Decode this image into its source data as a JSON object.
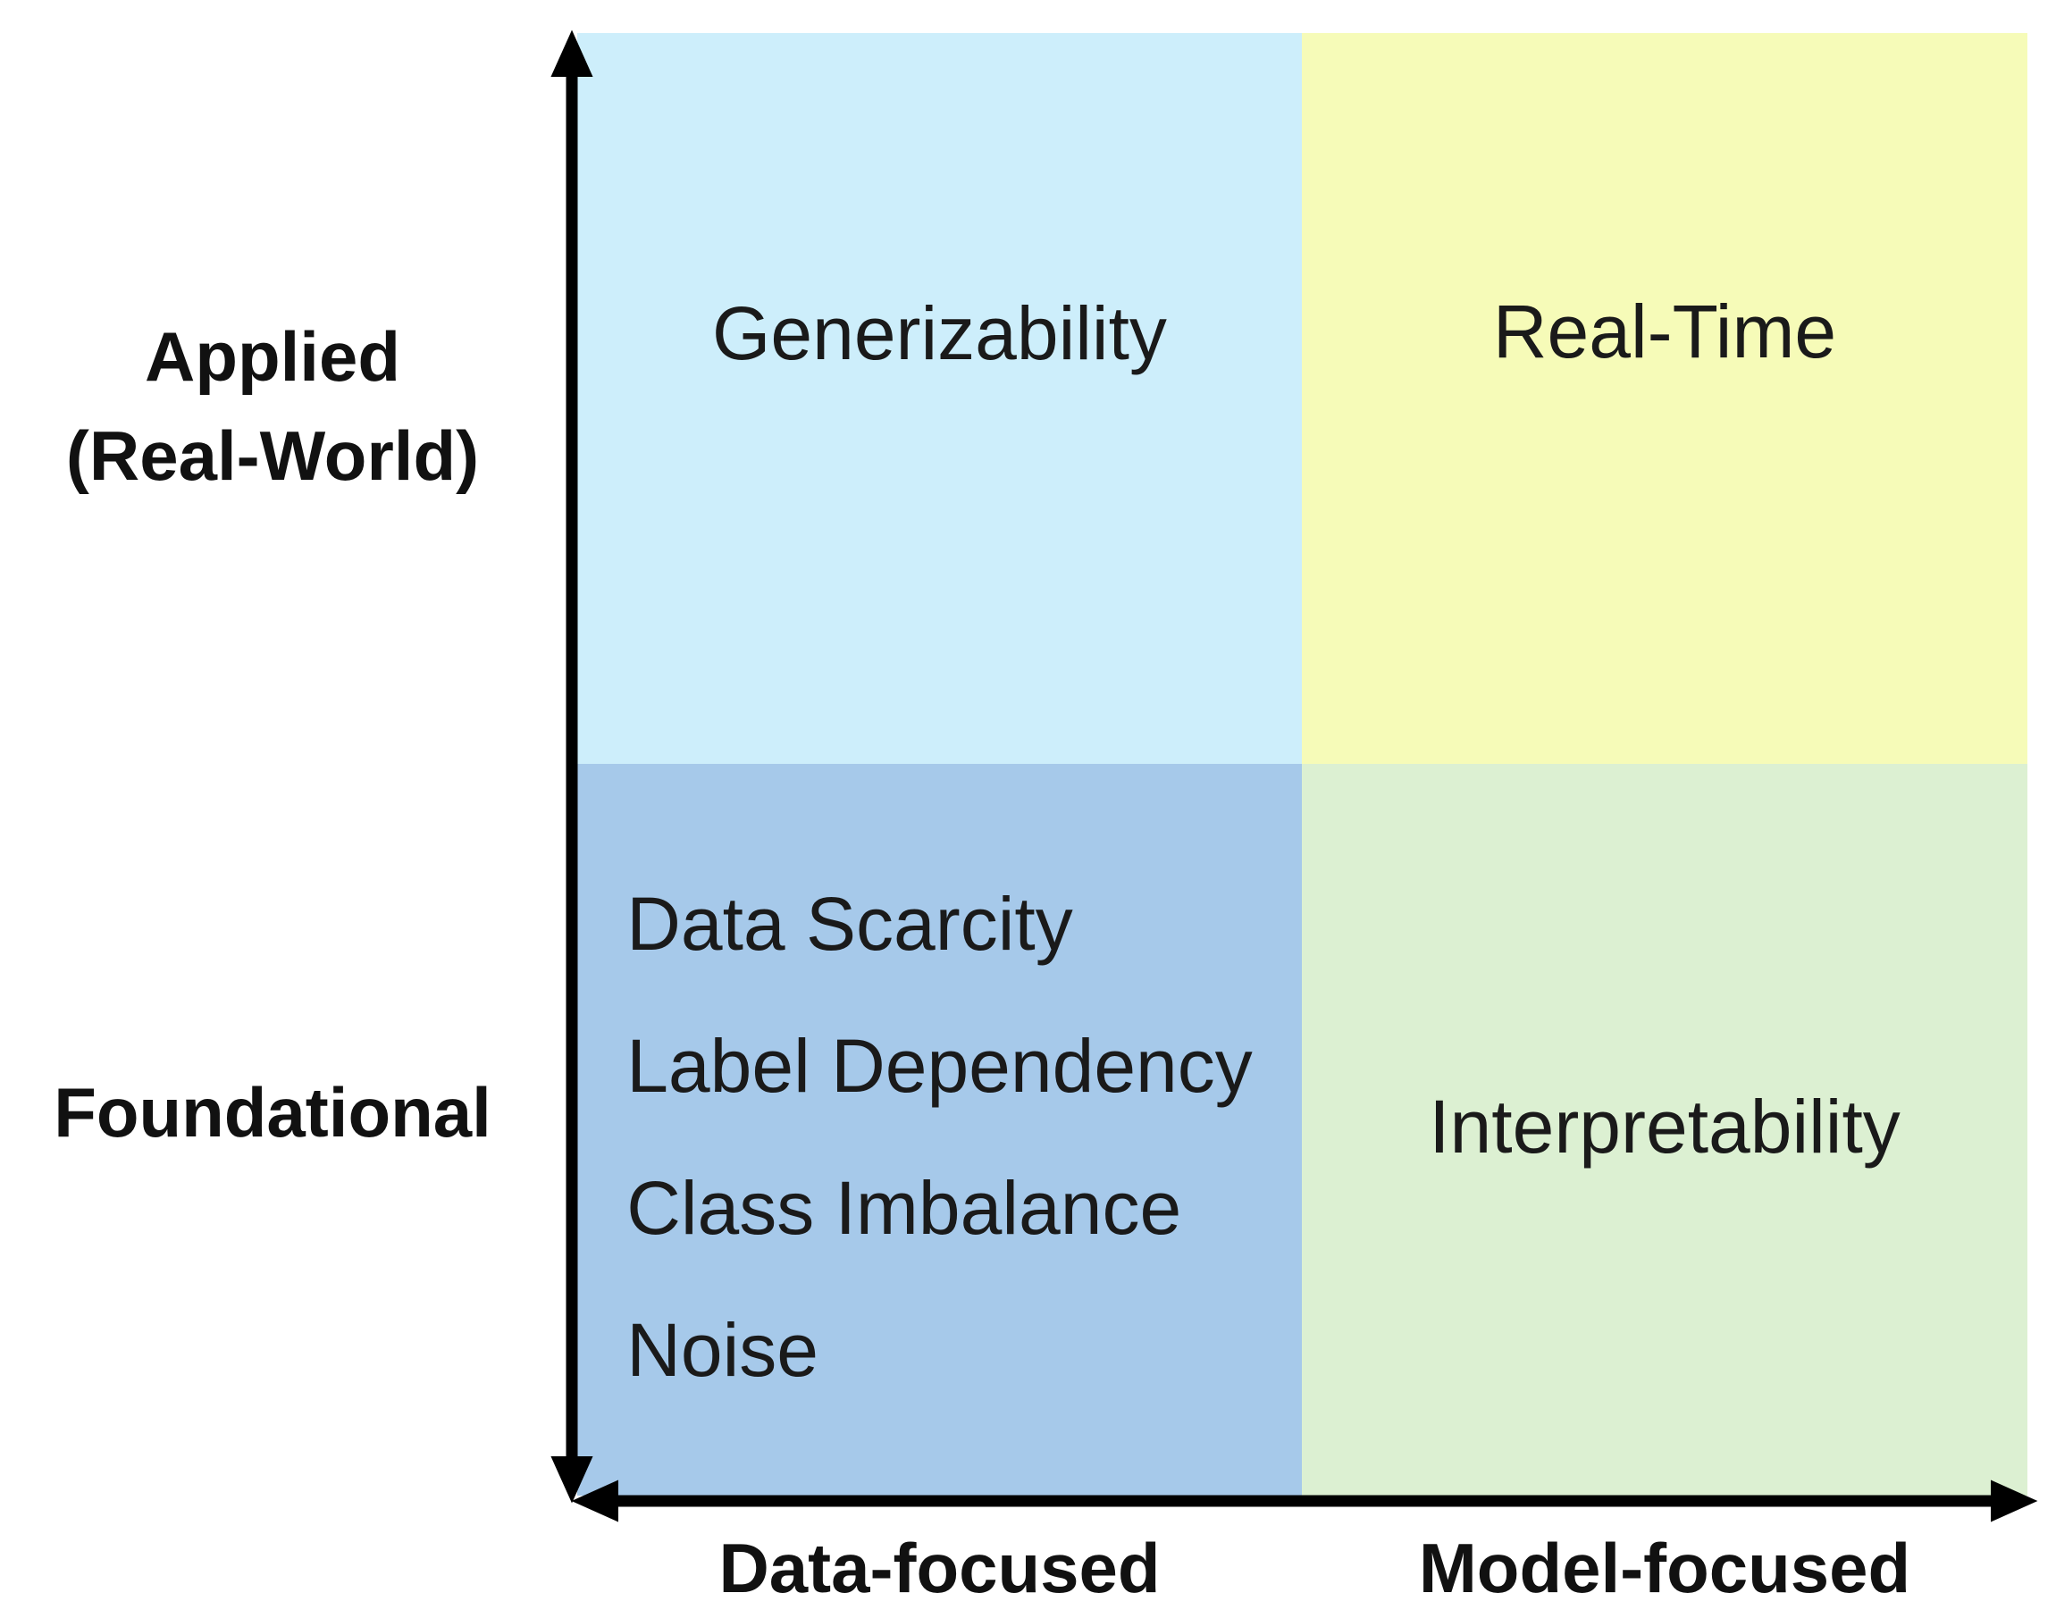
{
  "quadrants": {
    "top_left": {
      "items": [
        "Generizability"
      ],
      "color": "#cdeefb"
    },
    "top_right": {
      "items": [
        "Real-Time"
      ],
      "color": "#f6fbb8"
    },
    "bottom_left": {
      "items": [
        "Data Scarcity",
        "Label Dependency",
        "Class Imbalance",
        "Noise"
      ],
      "color": "#a6c9ea"
    },
    "bottom_right": {
      "items": [
        "Interpretability"
      ],
      "color": "#dcf0d2"
    }
  },
  "y_axis": {
    "top_label": [
      "Applied",
      "(Real-World)"
    ],
    "bottom_label": "Foundational"
  },
  "x_axis": {
    "left_label": "Data-focused",
    "right_label": "Model-focused"
  },
  "axis_color": "#000000"
}
